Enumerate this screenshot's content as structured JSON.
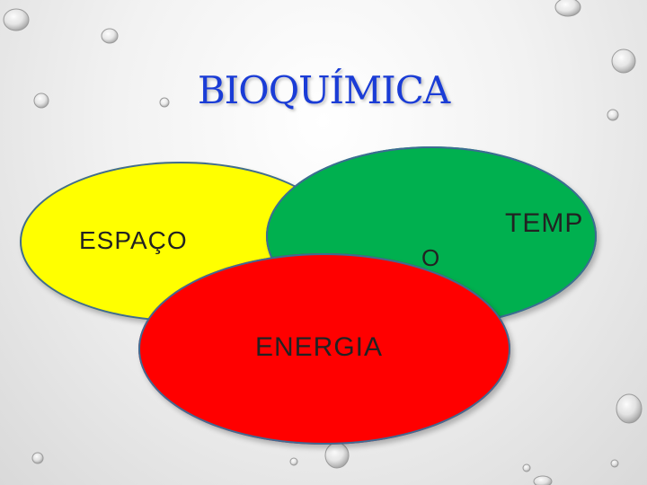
{
  "slide": {
    "title": "BIOQUÍMICA",
    "title_color": "#1a3cd6",
    "background": "white-gray gradient with water droplets"
  },
  "diagram": {
    "circles": [
      {
        "label": "ESPAÇO",
        "color": "#ffff00"
      },
      {
        "label_part1": "TEMP",
        "label_part2": "O",
        "color": "#00b04f"
      },
      {
        "label": "ENERGIA",
        "color": "#ff0000"
      }
    ]
  }
}
